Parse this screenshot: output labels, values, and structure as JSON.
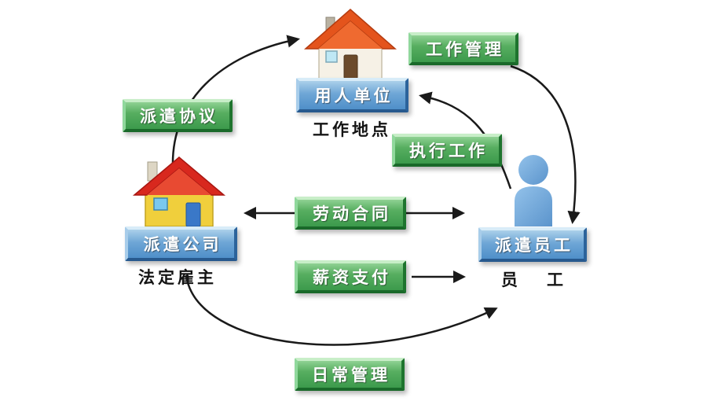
{
  "nodes": {
    "employing_unit": {
      "label": "用人单位",
      "caption": "工作地点"
    },
    "dispatch_company": {
      "label": "派遣公司",
      "caption": "法定雇主"
    },
    "dispatched_employee": {
      "label": "派遣员工",
      "caption": "员　工"
    }
  },
  "edges": {
    "work_management": "工作管理",
    "dispatch_agreement": "派遣协议",
    "execute_work": "执行工作",
    "labor_contract": "劳动合同",
    "salary_payment": "薪资支付",
    "daily_management": "日常管理"
  },
  "icons": {
    "employing_unit": "house-icon",
    "dispatch_company": "house-icon",
    "dispatched_employee": "person-icon"
  },
  "colors": {
    "green_chip": "#459c4d",
    "blue_chip": "#5b94cc",
    "arrow": "#1a1a1a",
    "background": "#ffffff"
  }
}
